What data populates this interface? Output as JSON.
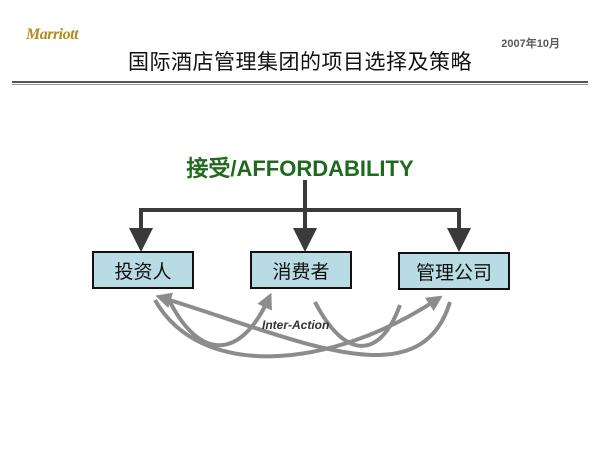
{
  "header": {
    "logo_text": "Marriott",
    "date": "2007年10月",
    "title": "国际酒店管理集团的项目选择及策略"
  },
  "diagram": {
    "heading": "接受/AFFORDABILITY",
    "nodes": [
      {
        "id": "investor",
        "label": "投资人"
      },
      {
        "id": "consumer",
        "label": "消费者"
      },
      {
        "id": "manager",
        "label": "管理公司"
      }
    ],
    "interaction_label": "Inter-Action",
    "colors": {
      "box_fill": "#b9dce4",
      "heading": "#1f6a1f",
      "arrow_dark": "#3a3a3a",
      "arrow_gray": "#8c8c8c"
    }
  }
}
